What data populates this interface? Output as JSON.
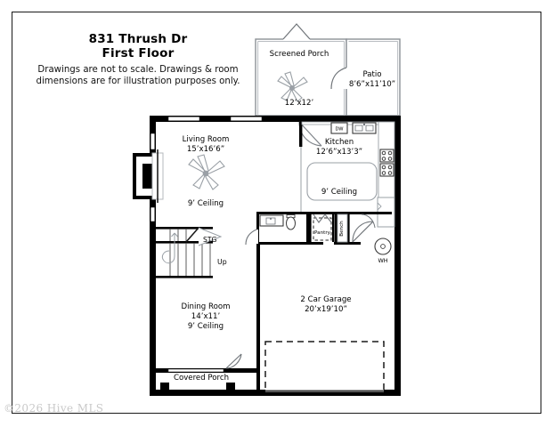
{
  "document": {
    "title_line1": "831 Thrush Dr",
    "title_line2": "First Floor",
    "disclaimer_line1": "Drawings are not to scale. Drawings & room",
    "disclaimer_line2": "dimensions are for illustration purposes only.",
    "watermark": "©2026 Hive MLS",
    "type": "floor-plan",
    "colors": {
      "wall": "#000000",
      "interior_line": "#9aa0a6",
      "paper": "#ffffff",
      "frame": "#1a1a1a",
      "watermark": "#c9c9c9"
    }
  },
  "rooms": [
    {
      "id": "screened-porch",
      "name": "Screened Porch",
      "dimensions": "12’x12’",
      "ceiling": "",
      "has_ceiling_fan": true
    },
    {
      "id": "patio",
      "name": "Patio",
      "dimensions": "8’6”x11’10”",
      "ceiling": "",
      "has_ceiling_fan": false
    },
    {
      "id": "living-room",
      "name": "Living Room",
      "dimensions": "15’x16’6”",
      "ceiling": "9’ Ceiling",
      "has_ceiling_fan": true
    },
    {
      "id": "kitchen",
      "name": "Kitchen",
      "dimensions": "12’6”x13’3”",
      "ceiling": "9’ Ceiling",
      "has_ceiling_fan": false
    },
    {
      "id": "dining-room",
      "name": "Dining Room",
      "dimensions": "14’x11’",
      "ceiling": "9’ Ceiling",
      "has_ceiling_fan": false
    },
    {
      "id": "garage",
      "name": "2 Car Garage",
      "dimensions": "20’x19’10”",
      "ceiling": "",
      "has_ceiling_fan": false
    },
    {
      "id": "covered-porch",
      "name": "Covered Porch",
      "dimensions": "",
      "ceiling": "",
      "has_ceiling_fan": false
    }
  ],
  "annotations": {
    "storage": "STG",
    "stairs_direction": "Up",
    "pantry": "Pantry",
    "bench": "Bench",
    "water_heater": "WH",
    "dishwasher": "DW"
  },
  "fixtures": [
    {
      "id": "fireplace",
      "label": ""
    },
    {
      "id": "sink",
      "label": ""
    },
    {
      "id": "range",
      "label": ""
    },
    {
      "id": "toilet",
      "label": ""
    },
    {
      "id": "vanity-sink",
      "label": ""
    },
    {
      "id": "garage-parking-pad",
      "label": ""
    }
  ]
}
